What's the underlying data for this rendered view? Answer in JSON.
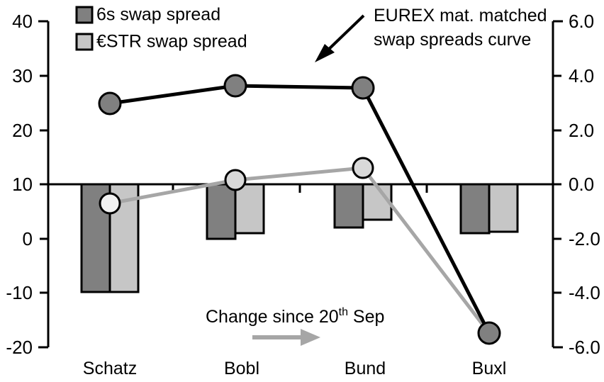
{
  "chart_data": {
    "type": "bar",
    "title": "",
    "xlabel": "",
    "categories": [
      "Schatz",
      "Bobl",
      "Bund",
      "Buxl"
    ],
    "grid": false,
    "legend_position": "top-left",
    "left_axis": {
      "label": "",
      "ylim": [
        -20,
        40
      ],
      "ticks": [
        "40",
        "30",
        "20",
        "10",
        "0",
        "-10",
        "-20"
      ],
      "tick_values": [
        40,
        30,
        20,
        10,
        0,
        -10,
        -20
      ]
    },
    "right_axis": {
      "label": "",
      "ylim": [
        -6.0,
        6.0
      ],
      "ticks": [
        "6.0",
        "4.0",
        "2.0",
        "0.0",
        "-2.0",
        "-4.0",
        "-6.0"
      ],
      "tick_values": [
        6.0,
        4.0,
        2.0,
        0.0,
        -2.0,
        -4.0,
        -6.0
      ]
    },
    "series": [
      {
        "name": "6s swap spread",
        "kind": "bar",
        "axis": "left",
        "color": "#808080",
        "edge_color": "#000000",
        "values": [
          -10.3,
          -0.1,
          2.0,
          1.0
        ]
      },
      {
        "name": "€STR swap spread",
        "kind": "bar",
        "axis": "left",
        "color": "#c6c6c6",
        "edge_color": "#000000",
        "values": [
          -10.3,
          0.9,
          3.5,
          1.1
        ]
      },
      {
        "name": "EUREX mat. matched swap spreads curve",
        "kind": "line",
        "axis": "left",
        "color": "#000000",
        "marker_fill": "#808080",
        "values": [
          24.5,
          28.0,
          27.3,
          -18.0
        ]
      },
      {
        "name": "Change since 20th Sep",
        "kind": "line",
        "axis": "right",
        "color": "#a6a6a6",
        "marker_fill": "#d9d9d9",
        "values": [
          -0.8,
          0.1,
          0.55,
          -5.8
        ]
      }
    ]
  },
  "legend": {
    "items": [
      {
        "label": "6s swap spread",
        "color": "#808080"
      },
      {
        "label": "€STR swap spread",
        "color": "#c6c6c6"
      }
    ]
  },
  "annotations": {
    "curve_note_line1": "EUREX mat. matched",
    "curve_note_line2": "swap spreads curve",
    "change_note_main": "Change since 20",
    "change_note_sup": "th",
    "change_note_tail": " Sep"
  }
}
